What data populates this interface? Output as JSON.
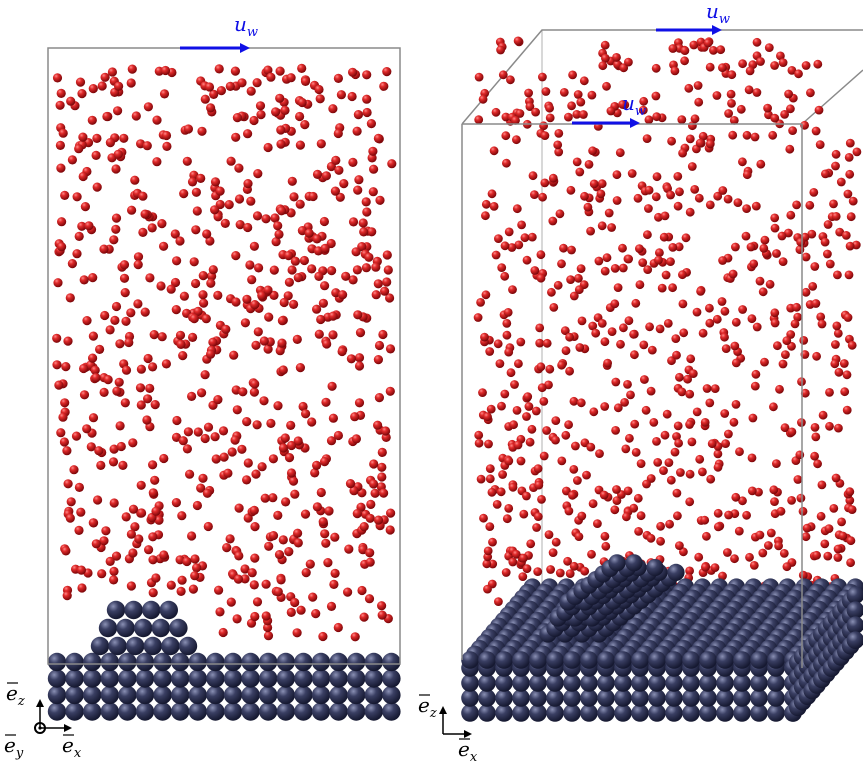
{
  "panels": [
    {
      "id": "front",
      "wall_velocity_label": "u",
      "wall_velocity_sub": "w",
      "axes": [
        {
          "symbol": "e",
          "sub": "z",
          "direction": "up"
        },
        {
          "symbol": "e",
          "sub": "y",
          "direction": "out-of-page"
        },
        {
          "symbol": "e",
          "sub": "x",
          "direction": "right"
        }
      ],
      "particle_count": 760,
      "bed_layers": 4,
      "bed_columns": 20,
      "bump": "stepped hill of dark spheres on bed"
    },
    {
      "id": "perspective",
      "wall_velocity_label": "u",
      "wall_velocity_sub": "w",
      "wall_velocity_label_2": "u",
      "wall_velocity_sub_2": "w",
      "axes": [
        {
          "symbol": "e",
          "sub": "z",
          "direction": "up"
        },
        {
          "symbol": "e",
          "sub": "x",
          "direction": "right"
        }
      ],
      "particle_count": 900,
      "bed_layers": 4,
      "bump": "ridge of dark spheres on bed"
    }
  ],
  "colors": {
    "particle": "#c0141a",
    "particle_highlight": "#ff6a6a",
    "bed": "#2b2f4f",
    "bed_highlight": "#6d7397",
    "box": "#8a8a8a",
    "arrow": "#1010e6",
    "label": "#000000"
  }
}
